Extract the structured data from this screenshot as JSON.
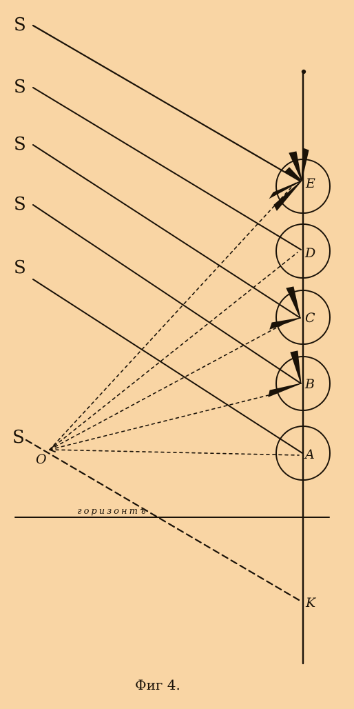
{
  "figure": {
    "caption": "Фиг 4.",
    "sun_label": "S",
    "horizon_label": "горизонтъ",
    "observer_label": "O",
    "points": [
      "E",
      "D",
      "C",
      "B",
      "A",
      "K"
    ]
  },
  "colors": {
    "background": "#f9d5a4",
    "ink": "#1a1208"
  }
}
